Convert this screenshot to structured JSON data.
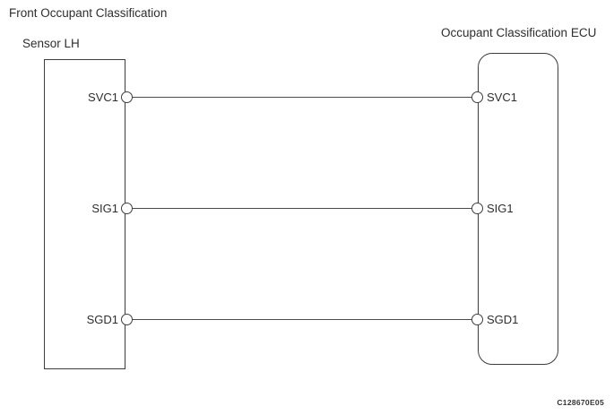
{
  "diagram": {
    "left_component": {
      "title_line1": "Front Occupant Classification",
      "title_line2": "Sensor LH",
      "pins": [
        "SVC1",
        "SIG1",
        "SGD1"
      ]
    },
    "right_component": {
      "title": "Occupant Classification ECU",
      "pins": [
        "SVC1",
        "SIG1",
        "SGD1"
      ]
    },
    "rows": [
      {
        "left_label": "SVC1",
        "right_label": "SVC1"
      },
      {
        "left_label": "SIG1",
        "right_label": "SIG1"
      },
      {
        "left_label": "SGD1",
        "right_label": "SGD1"
      }
    ],
    "figure_code": "C128670E05",
    "colors": {
      "line": "#3d3d3d",
      "background": "#ffffff",
      "text": "#2e2e2e"
    }
  }
}
